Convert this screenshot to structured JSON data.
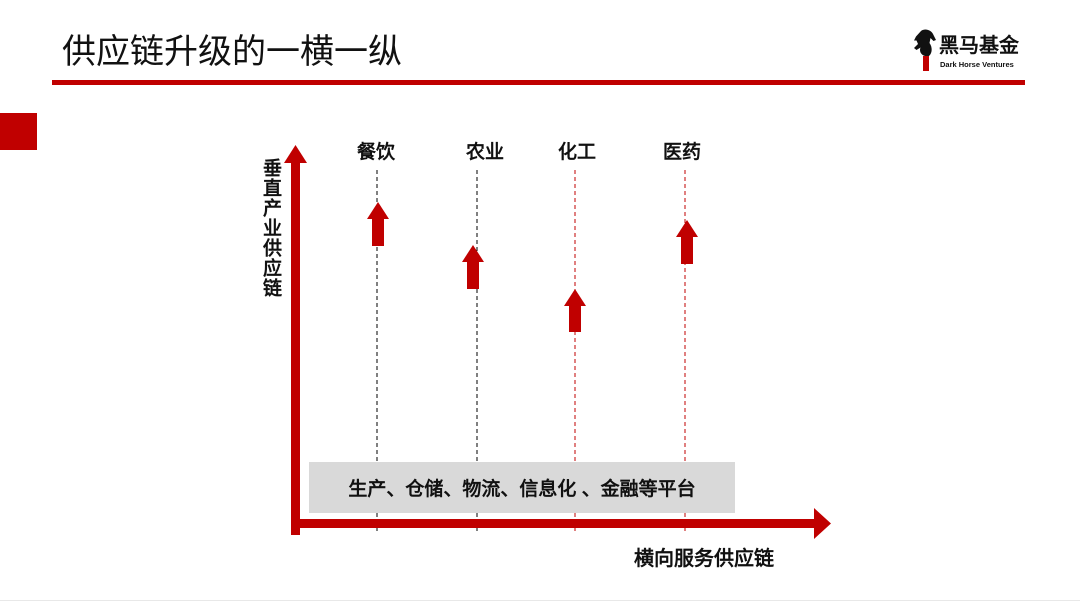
{
  "slide": {
    "title": "供应链升级的一横一纵"
  },
  "logo": {
    "name": "黑马基金",
    "subtitle": "Dark Horse Ventures",
    "icon": "horse-icon"
  },
  "diagram": {
    "vertical_axis_label": "垂直产业供应链",
    "horizontal_axis_label": "横向服务供应链",
    "columns": [
      {
        "label": "餐饮",
        "line_color": "#000000"
      },
      {
        "label": "农业",
        "line_color": "#000000"
      },
      {
        "label": "化工",
        "line_color": "#c00000"
      },
      {
        "label": "医药",
        "line_color": "#c00000"
      }
    ],
    "platform_label": "生产、仓储、物流、信息化 、金融等平台"
  },
  "colors": {
    "accent": "#c00000",
    "platform_fill": "#d9d9d9"
  }
}
